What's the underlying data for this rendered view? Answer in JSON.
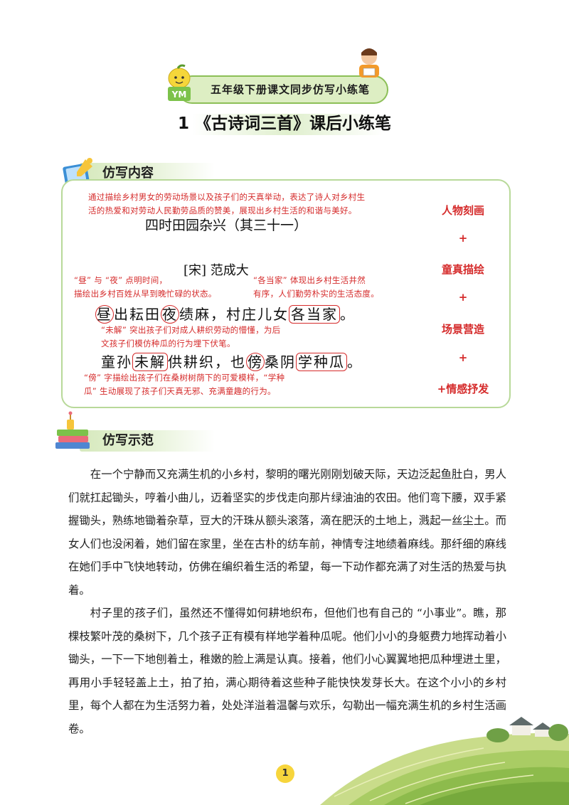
{
  "header": {
    "banner": "五年级下册课文同步仿写小练笔",
    "title": "1 《古诗词三首》课后小练笔"
  },
  "sections": {
    "content_heading": "仿写内容",
    "example_heading": "仿写示范"
  },
  "poem": {
    "summary": [
      "通过描绘乡村男女的劳动场景以及孩子们的天真举动，表达了诗人对乡村生",
      "活的热爱和对劳动人民勤劳品质的赞美，展现出乡村生活的和谐与美好。"
    ],
    "title": "四时田园杂兴（其三十一）",
    "author": "[宋] 范成大",
    "anno_day_night": [
      "“昼” 与 “夜” 点明时间，",
      "描绘出乡村百姓从早到晚忙碌的状态。"
    ],
    "anno_each": [
      "“各当家” 体现出乡村生活井然",
      "有序，人们勤劳朴实的生活态度。"
    ],
    "line1": {
      "c1": "昼",
      "t1": "出耘田",
      "c2": "夜",
      "t2": "绩麻，村庄儿女",
      "b1": "各当家",
      "end": "。"
    },
    "anno_not_understand": [
      "“未解” 突出孩子们对成人耕织劳动的懵懂，为后",
      "文孩子们模仿种瓜的行为埋下伏笔。"
    ],
    "line2": {
      "t1": "童孙",
      "b1": "未解",
      "t2": "供耕织，也",
      "c1": "傍",
      "t3": "桑阴",
      "b2": "学种瓜",
      "end": "。"
    },
    "anno_beside": [
      "“傍” 字描绘出孩子们在桑树树荫下的可爱模样，“学种",
      "瓜” 生动展现了孩子们天真无邪、充满童趣的行为。"
    ],
    "techniques": [
      "人物刻画",
      "+",
      "童真描绘",
      "+",
      "场景营造",
      "+",
      "+情感抒发"
    ]
  },
  "example": {
    "paragraphs": [
      "在一个宁静而又充满生机的小乡村，黎明的曙光刚刚划破天际，天边泛起鱼肚白，男人们就扛起锄头，哼着小曲儿，迈着坚实的步伐走向那片绿油油的农田。他们弯下腰，双手紧握锄头，熟练地锄着杂草，豆大的汗珠从额头滚落，滴在肥沃的土地上，溅起一丝尘土。而女人们也没闲着，她们留在家里，坐在古朴的纺车前，神情专注地绩着麻线。那纤细的麻线在她们手中飞快地转动，仿佛在编织着生活的希望，每一下动作都充满了对生活的热爱与执着。",
      "村子里的孩子们，虽然还不懂得如何耕地织布，但他们也有自己的 “小事业”。瞧，那棵枝繁叶茂的桑树下，几个孩子正有模有样地学着种瓜呢。他们小小的身躯费力地挥动着小锄头，一下一下地刨着土，稚嫩的脸上满是认真。接着，他们小心翼翼地把瓜种埋进土里，再用小手轻轻盖上土，拍了拍，满心期待着这些种子能快快发芽长大。在这个小小的乡村里，每个人都在为生活努力着，处处洋溢着温馨与欢乐，勾勒出一幅充满生机的乡村生活画卷。"
    ]
  },
  "page_number": "1",
  "colors": {
    "accent_red": "#d52b2b",
    "green_border": "#b8d999",
    "banner_green": "#ddeec3"
  }
}
